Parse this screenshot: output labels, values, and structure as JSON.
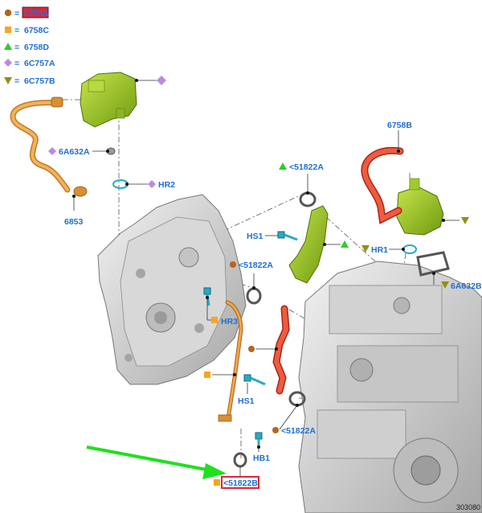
{
  "legend": [
    {
      "shape": "circle",
      "color": "#b5651d",
      "label": "6758A"
    },
    {
      "shape": "square",
      "color": "#f5a623",
      "label": "6758C"
    },
    {
      "shape": "triangle",
      "color": "#2ecc2e",
      "label": "6758D"
    },
    {
      "shape": "diamond",
      "color": "#b98be0",
      "label": "6C757A"
    },
    {
      "shape": "triangle-down",
      "color": "#8f8f1a",
      "label": "6C757B"
    }
  ],
  "legend_equals": "=",
  "labels": {
    "p_6853": "6853",
    "p_6a632a_top": "6A632A",
    "p_hr2": "HR2",
    "p_51822a_top": "<51822A",
    "p_hs1_top": "HS1",
    "p_51822a_mid": "<51822A",
    "p_hr3": "HR3",
    "p_hs1_bottom": "HS1",
    "p_51822a_bottom": "<51822A",
    "p_hb1": "HB1",
    "p_51822b": "<51822B",
    "p_6758b": "6758B",
    "p_hr1": "HR1",
    "p_6a632b": "6A632B"
  },
  "image_id": "303080",
  "colors": {
    "label_blue": "#1f6fd1",
    "highlight_red": "#e0243a",
    "arrow_green": "#1fe01f",
    "orange_hose": "#e89a3c",
    "red_hose": "#e8462c",
    "green_part": "#9ccc2c",
    "engine_grey": "#c9c9c9"
  }
}
